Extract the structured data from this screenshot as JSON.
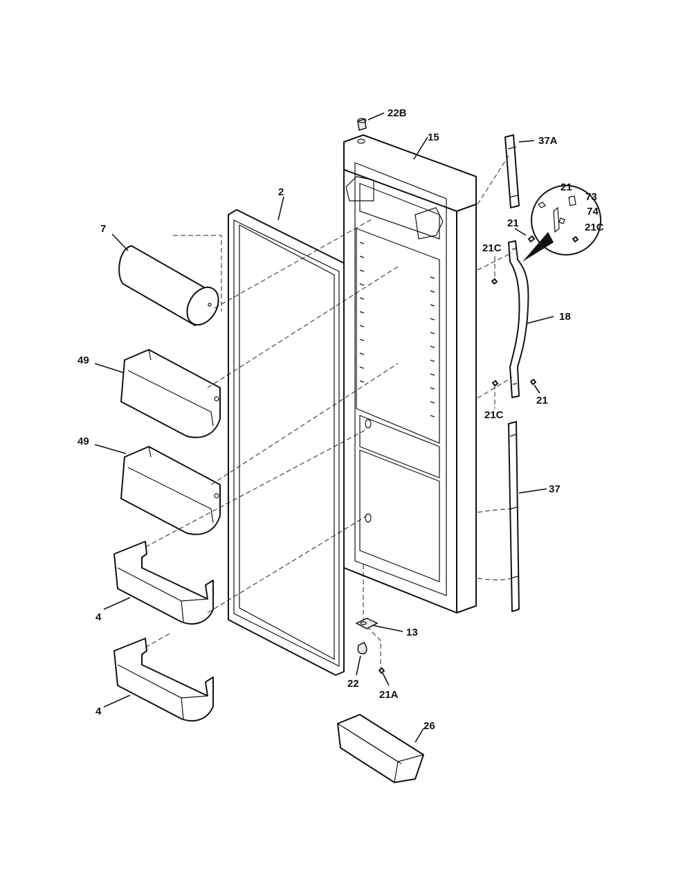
{
  "callouts": {
    "p22B": "22B",
    "p15": "15",
    "p37A": "37A",
    "p2": "2",
    "p21_inset": "21",
    "p73": "73",
    "p74": "74",
    "p21C_inset": "21C",
    "p7": "7",
    "p21_top": "21",
    "p21C_top": "21C",
    "p18": "18",
    "p49_upper": "49",
    "p21_bottom": "21",
    "p21C_bottom": "21C",
    "p49_lower": "49",
    "p37": "37",
    "p4_upper": "4",
    "p13": "13",
    "p22": "22",
    "p21A": "21A",
    "p4_lower": "4",
    "p26": "26"
  }
}
